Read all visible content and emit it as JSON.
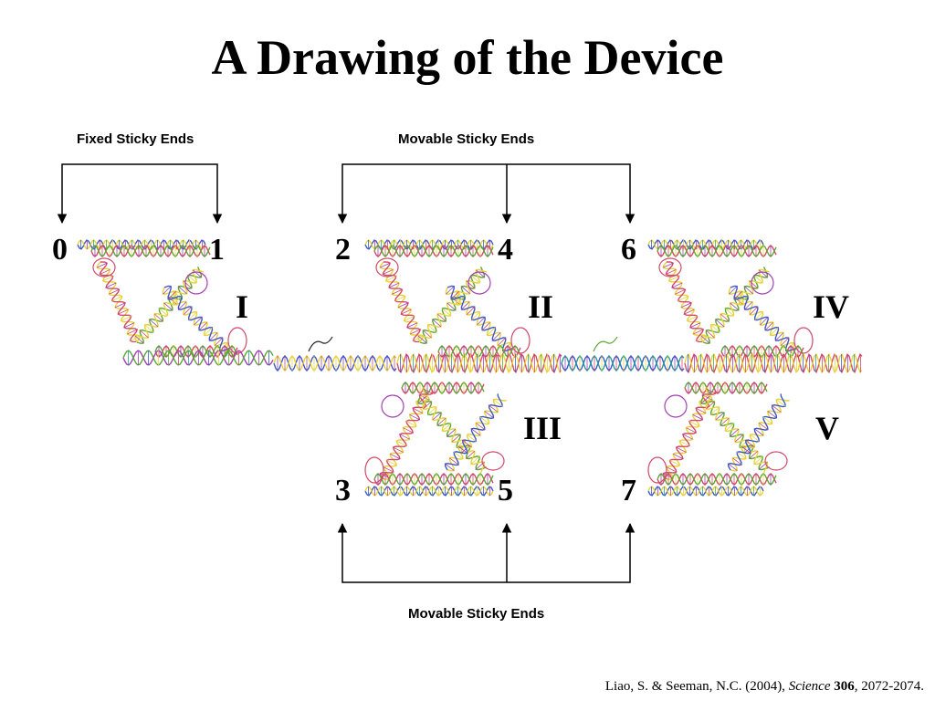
{
  "title": "A Drawing of the Device",
  "labels": {
    "fixed_ends": "Fixed Sticky Ends",
    "movable_ends_top": "Movable Sticky Ends",
    "movable_ends_bottom": "Movable Sticky Ends"
  },
  "positions": [
    "0",
    "1",
    "2",
    "4",
    "6",
    "3",
    "5",
    "7"
  ],
  "units": [
    "I",
    "II",
    "III",
    "IV",
    "V"
  ],
  "citation": {
    "authors": "Liao, S. & Seeman, N.C. (2004), ",
    "journal": "Science",
    "volume": "306",
    "pages": ", 2072-2074."
  },
  "colors": {
    "strand_red": "#d04a6a",
    "strand_green": "#5aa832",
    "strand_yellow": "#e8d23a",
    "strand_blue": "#3a58c8",
    "strand_purple": "#a040b0",
    "strand_teal": "#2a9a9a"
  }
}
